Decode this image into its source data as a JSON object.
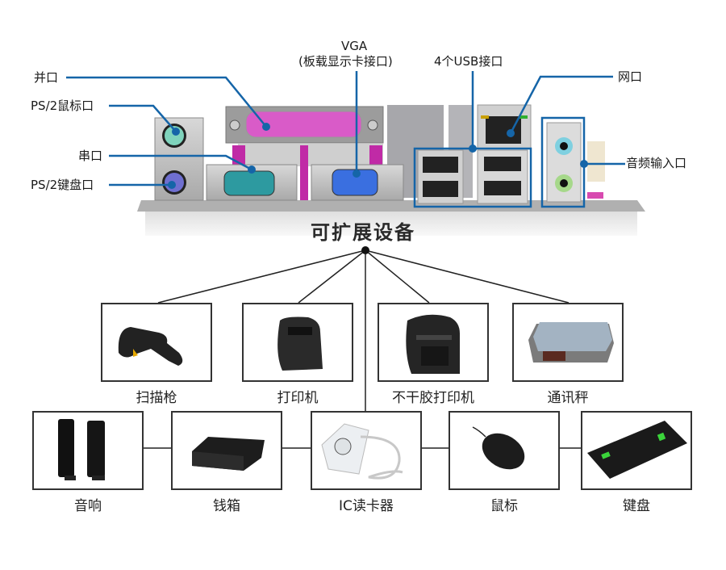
{
  "colors": {
    "callout": "#1565a8",
    "tree": "#222222"
  },
  "callouts": {
    "parallel": "并口",
    "ps2_mouse": "PS/2鼠标口",
    "serial": "串口",
    "ps2_keyboard": "PS/2键盘口",
    "vga_title": "VGA",
    "vga_sub": "(板载显示卡接口)",
    "usb": "4个USB接口",
    "lan": "网口",
    "audio": "音频输入口"
  },
  "section_title": "可扩展设备",
  "devices_top": [
    {
      "name": "扫描枪",
      "icon": "barcode-scanner"
    },
    {
      "name": "打印机",
      "icon": "receipt-printer"
    },
    {
      "name": "不干胶打印机",
      "icon": "label-printer"
    },
    {
      "name": "通讯秤",
      "icon": "scale"
    }
  ],
  "devices_bottom": [
    {
      "name": "音响",
      "icon": "speakers"
    },
    {
      "name": "钱箱",
      "icon": "cash-drawer"
    },
    {
      "name": "IC读卡器",
      "icon": "ic-card-reader"
    },
    {
      "name": "鼠标",
      "icon": "mouse"
    },
    {
      "name": "键盘",
      "icon": "keyboard"
    }
  ]
}
